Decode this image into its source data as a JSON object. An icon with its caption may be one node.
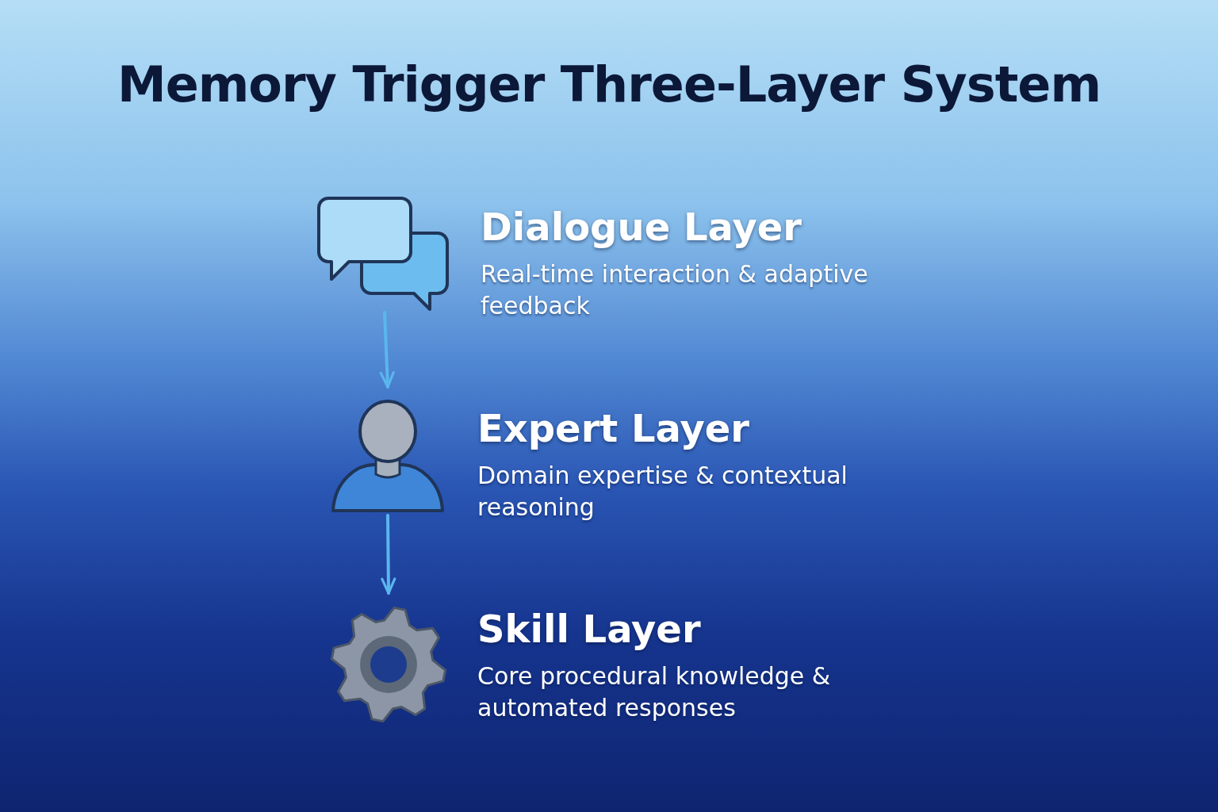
{
  "diagram": {
    "title": "Memory Trigger Three-Layer System",
    "nodes": [
      {
        "text": [],
        "shape": "bubbles",
        "beside": [
          "Dialogue Layer",
          "Real-time interaction & adaptive feedback"
        ]
      },
      {
        "text": [],
        "shape": "person",
        "beside": [
          "Expert Layer",
          "Domain expertise & contextual reasoning"
        ]
      },
      {
        "text": [],
        "shape": "picture",
        "beside": [
          "Skill Layer",
          "Core procedural knowledge & automated responses"
        ]
      }
    ],
    "edges": [
      {
        "from": 0,
        "to": 1,
        "arrow": "to"
      },
      {
        "from": 1,
        "to": 2,
        "arrow": "to"
      }
    ]
  }
}
